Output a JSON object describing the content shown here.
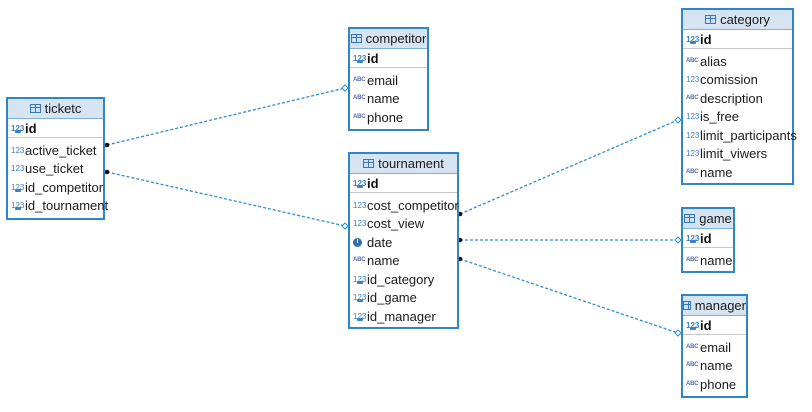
{
  "colors": {
    "border": "#2e86c9",
    "header_bg": "#d6e4f2",
    "link": "#2a8fd6"
  },
  "entities": {
    "ticketc": {
      "name": "ticketc",
      "pk": "id",
      "columns": [
        {
          "label": "active_ticket",
          "icon": "numeric-icon"
        },
        {
          "label": "use_ticket",
          "icon": "numeric-icon"
        },
        {
          "label": "id_competitor",
          "icon": "foreign-key-icon"
        },
        {
          "label": "id_tournament",
          "icon": "foreign-key-icon"
        }
      ]
    },
    "competitor": {
      "name": "competitor",
      "pk": "id",
      "columns": [
        {
          "label": "email",
          "icon": "text-icon"
        },
        {
          "label": "name",
          "icon": "text-icon"
        },
        {
          "label": "phone",
          "icon": "text-icon"
        }
      ]
    },
    "tournament": {
      "name": "tournament",
      "pk": "id",
      "columns": [
        {
          "label": "cost_competitor",
          "icon": "numeric-icon"
        },
        {
          "label": "cost_view",
          "icon": "numeric-icon"
        },
        {
          "label": "date",
          "icon": "date-icon"
        },
        {
          "label": "name",
          "icon": "text-icon"
        },
        {
          "label": "id_category",
          "icon": "foreign-key-icon"
        },
        {
          "label": "id_game",
          "icon": "foreign-key-icon"
        },
        {
          "label": "id_manager",
          "icon": "foreign-key-icon"
        }
      ]
    },
    "category": {
      "name": "category",
      "pk": "id",
      "columns": [
        {
          "label": "alias",
          "icon": "text-icon"
        },
        {
          "label": "comission",
          "icon": "numeric-icon"
        },
        {
          "label": "description",
          "icon": "text-icon"
        },
        {
          "label": "is_free",
          "icon": "numeric-icon"
        },
        {
          "label": "limit_participants",
          "icon": "numeric-icon"
        },
        {
          "label": "limit_viwers",
          "icon": "numeric-icon"
        },
        {
          "label": "name",
          "icon": "text-icon"
        }
      ]
    },
    "game": {
      "name": "game",
      "pk": "id",
      "columns": [
        {
          "label": "name",
          "icon": "text-icon"
        }
      ]
    },
    "manager": {
      "name": "manager",
      "pk": "id",
      "columns": [
        {
          "label": "email",
          "icon": "text-icon"
        },
        {
          "label": "name",
          "icon": "text-icon"
        },
        {
          "label": "phone",
          "icon": "text-icon"
        }
      ]
    }
  },
  "relationships": [
    {
      "from": "ticketc",
      "to": "competitor"
    },
    {
      "from": "ticketc",
      "to": "tournament"
    },
    {
      "from": "tournament",
      "to": "category"
    },
    {
      "from": "tournament",
      "to": "game"
    },
    {
      "from": "tournament",
      "to": "manager"
    }
  ]
}
